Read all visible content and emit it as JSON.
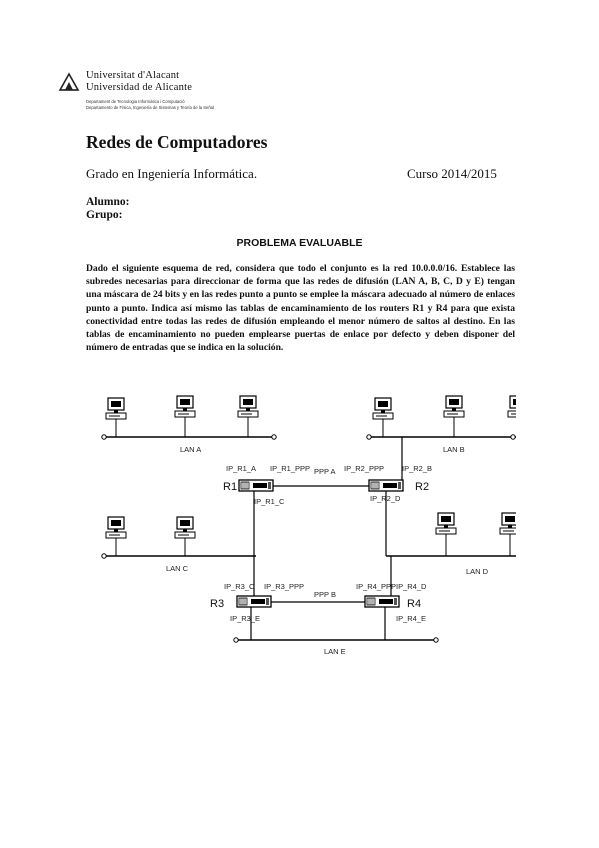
{
  "header": {
    "university_ca": "Universitat d'Alacant",
    "university_es": "Universidad de Alicante",
    "department_ca": "Departament de Tecnologia Informàtica i Computació",
    "department_es": "Departamento de Física, Ingeniería de Sistemas y Teoría de la Señal"
  },
  "document": {
    "title": "Redes de Computadores",
    "degree": "Grado en Ingeniería Informática.",
    "course": "Curso 2014/2015",
    "student_label": "Alumno:",
    "group_label": "Grupo:",
    "section_heading": "PROBLEMA EVALUABLE",
    "statement": "Dado el siguiente esquema de red, considera que todo el conjunto es la red 10.0.0.0/16. Establece las subredes necesarias para direccionar de forma que las redes de difusión (LAN A, B, C, D y E) tengan una máscara de 24 bits y en las redes punto a punto se emplee la máscara adecuado al número de enlaces punto a punto. Indica así mismo las tablas de encaminamiento de los routers R1 y R4 para que exista conectividad entre todas las redes de difusión empleando el menor número de saltos al destino. En las tablas de encaminamiento no pueden emplearse puertas de enlace por defecto y deben disponer del número de entradas que se indica en la solución."
  },
  "diagram": {
    "lans": {
      "a": "LAN A",
      "b": "LAN B",
      "c": "LAN C",
      "d": "LAN D",
      "e": "LAN E"
    },
    "links": {
      "ppp_a": "PPP A",
      "ppp_b": "PPP B"
    },
    "routers": {
      "r1": "R1",
      "r2": "R2",
      "r3": "R3",
      "r4": "R4"
    },
    "interfaces": {
      "r1_a": "IP_R1_A",
      "r1_ppp": "IP_R1_PPP",
      "r1_c": "IP_R1_C",
      "r2_ppp": "IP_R2_PPP",
      "r2_b": "IP_R2_B",
      "r2_d": "IP_R2_D",
      "r3_c": "IP_R3_C",
      "r3_ppp": "IP_R3_PPP",
      "r3_e": "IP_R3_E",
      "r4_ppp": "IP_R4_PPP",
      "r4_d": "IP_R4_D",
      "r4_e": "IP_R4_E"
    }
  }
}
